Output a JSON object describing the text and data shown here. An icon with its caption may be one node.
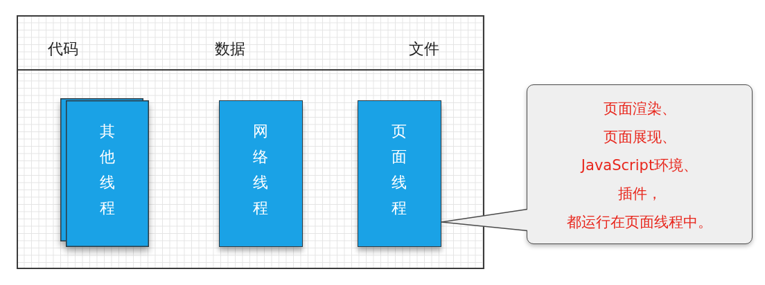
{
  "diagram": {
    "nodes": [
      {
        "text": [],
        "shape": "box"
      },
      {
        "text": [
          "代码",
          "数据",
          "文件"
        ],
        "in": 0
      },
      {
        "text": [
          "其他线程"
        ],
        "in": 0
      },
      {
        "text": [
          "网络线程"
        ],
        "in": 0
      },
      {
        "text": [
          "页面线程"
        ],
        "in": 0
      },
      {
        "text": [
          "页面渲染、",
          "页面展现、",
          "JavaScript环境、",
          "插件，",
          "都运行在页面线程中。"
        ]
      }
    ],
    "edges": [
      {
        "from": 5,
        "to": 4,
        "arrow": "none"
      }
    ]
  }
}
